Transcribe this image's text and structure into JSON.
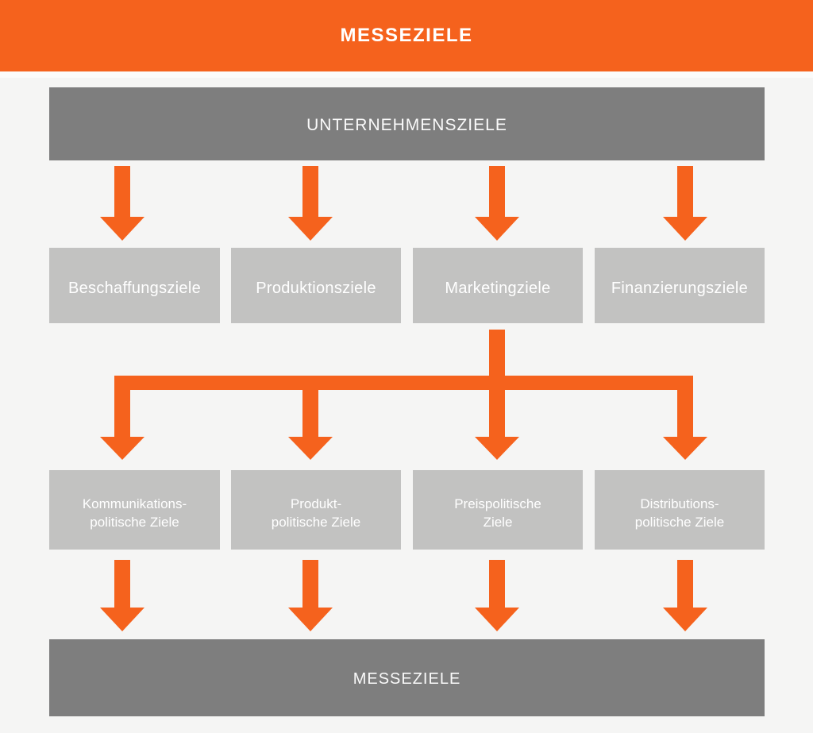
{
  "title": "MESSEZIELE",
  "colors": {
    "accent_orange": "#f5621d",
    "dark_gray_bar": "#7e7e7e",
    "light_gray_box": "#c2c2c1",
    "background": "#f5f5f4",
    "text_white": "#ffffff"
  },
  "header": {
    "title": "MESSEZIELE"
  },
  "top_bar": {
    "label": "UNTERNEHMENSZIELE"
  },
  "level2": {
    "boxes": [
      {
        "label": "Beschaffungsziele"
      },
      {
        "label": "Produktionsziele"
      },
      {
        "label": "Marketingziele"
      },
      {
        "label": "Finanzierungsziele"
      }
    ]
  },
  "level3": {
    "boxes": [
      {
        "line1": "Kommunikations-",
        "line2": "politische Ziele"
      },
      {
        "line1": "Produkt-",
        "line2": "politische Ziele"
      },
      {
        "line1": "Preispolitische",
        "line2": "Ziele"
      },
      {
        "line1": "Distributions-",
        "line2": "politische Ziele"
      }
    ]
  },
  "bottom_bar": {
    "label": "MESSEZIELE"
  },
  "connections": [
    {
      "from": "UNTERNEHMENSZIELE",
      "to": "Beschaffungsziele"
    },
    {
      "from": "UNTERNEHMENSZIELE",
      "to": "Produktionsziele"
    },
    {
      "from": "UNTERNEHMENSZIELE",
      "to": "Marketingziele"
    },
    {
      "from": "UNTERNEHMENSZIELE",
      "to": "Finanzierungsziele"
    },
    {
      "from": "Marketingziele",
      "to": "Kommunikations-politische Ziele"
    },
    {
      "from": "Marketingziele",
      "to": "Produkt-politische Ziele"
    },
    {
      "from": "Marketingziele",
      "to": "Preispolitische Ziele"
    },
    {
      "from": "Marketingziele",
      "to": "Distributions-politische Ziele"
    },
    {
      "from": "Kommunikations-politische Ziele",
      "to": "MESSEZIELE"
    },
    {
      "from": "Produkt-politische Ziele",
      "to": "MESSEZIELE"
    },
    {
      "from": "Preispolitische Ziele",
      "to": "MESSEZIELE"
    },
    {
      "from": "Distributions-politische Ziele",
      "to": "MESSEZIELE"
    }
  ]
}
